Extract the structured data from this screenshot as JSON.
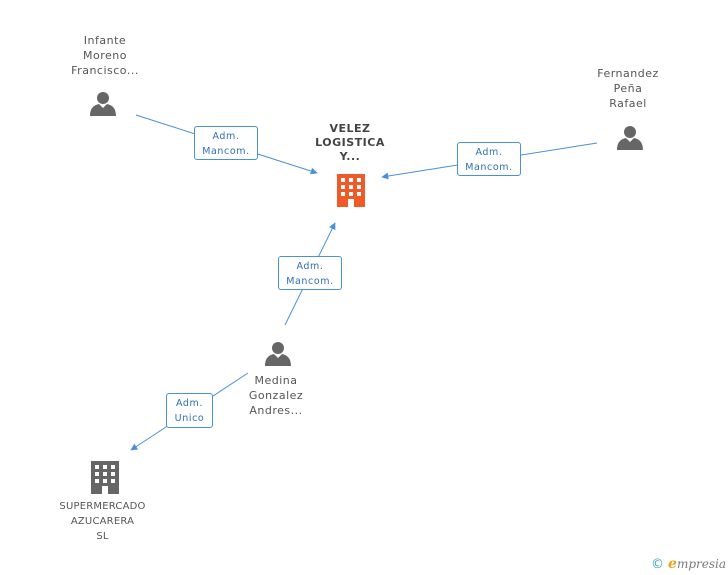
{
  "center": {
    "name_lines": [
      "VELEZ",
      "LOGISTICA",
      "Y..."
    ],
    "color": "#f05a28"
  },
  "persons": [
    {
      "id": "infante",
      "name_lines": [
        "Infante",
        "Moreno",
        "Francisco..."
      ]
    },
    {
      "id": "fernandez",
      "name_lines": [
        "Fernandez",
        "Peña",
        "Rafael"
      ]
    },
    {
      "id": "medina",
      "name_lines": [
        "Medina",
        "Gonzalez",
        "Andres..."
      ]
    }
  ],
  "company": {
    "name_lines": [
      "SUPERMERCADO",
      "AZUCARERA",
      "SL"
    ]
  },
  "edges": [
    {
      "id": "infante-center",
      "label_lines": [
        "Adm.",
        "Mancom."
      ]
    },
    {
      "id": "fernandez-center",
      "label_lines": [
        "Adm.",
        "Mancom."
      ]
    },
    {
      "id": "medina-center",
      "label_lines": [
        "Adm.",
        "Mancom."
      ]
    },
    {
      "id": "medina-company",
      "label_lines": [
        "Adm.",
        "Unico"
      ]
    }
  ],
  "colors": {
    "edge": "#4a90d9",
    "person_icon": "#666666",
    "company_icon": "#666666"
  },
  "footer": {
    "copyright_symbol": "©",
    "brand_first": "e",
    "brand_rest": "mpresia"
  }
}
